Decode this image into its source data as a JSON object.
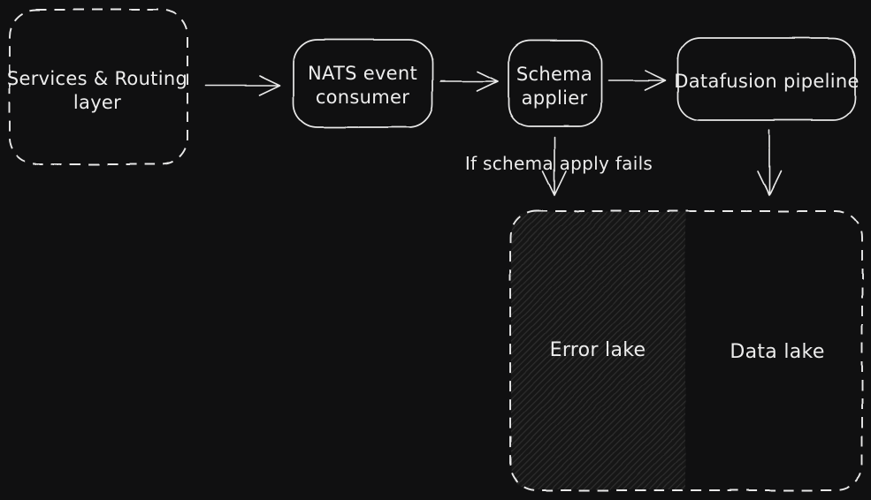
{
  "canvas": {
    "background_color": "#101011",
    "stroke_color": "#e9e9e9",
    "text_color": "#ededed",
    "hatch_line_color": "#2e2e2e",
    "hatch_bg_color": "#181818"
  },
  "nodes": {
    "services_routing": {
      "line1": "Services & Routing",
      "line2": "layer",
      "style": "dashed-rounded-rect"
    },
    "nats_consumer": {
      "line1": "NATS event",
      "line2": "consumer",
      "style": "rounded-rect"
    },
    "schema_applier": {
      "line1": "Schema",
      "line2": "applier",
      "style": "rounded-rect"
    },
    "datafusion_pipeline": {
      "label": "Datafusion pipeline",
      "style": "rounded-rect"
    },
    "lake_container": {
      "style": "dashed-rounded-rect"
    },
    "error_lake": {
      "label": "Error lake",
      "style": "hatched-region"
    },
    "data_lake": {
      "label": "Data lake",
      "style": "plain-region"
    }
  },
  "edges": {
    "services_to_nats": {
      "type": "arrow-right"
    },
    "nats_to_schema": {
      "type": "arrow-right"
    },
    "schema_to_datafusion": {
      "type": "arrow-right"
    },
    "schema_to_error_lake": {
      "type": "arrow-down",
      "label": "If schema apply fails"
    },
    "datafusion_to_data_lake": {
      "type": "arrow-down"
    }
  }
}
